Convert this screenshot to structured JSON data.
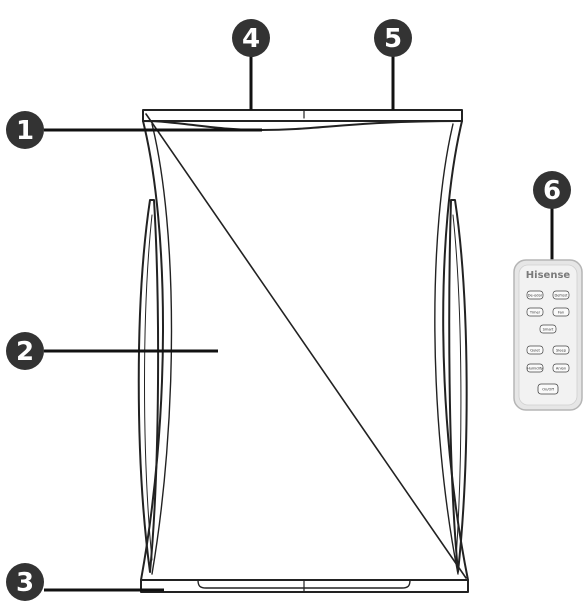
{
  "callouts": [
    {
      "label": "1"
    },
    {
      "label": "2"
    },
    {
      "label": "3"
    },
    {
      "label": "4"
    },
    {
      "label": "5"
    },
    {
      "label": "6"
    }
  ],
  "remote": {
    "brand": "Hisense",
    "buttons": [
      {
        "label": "De-odor"
      },
      {
        "label": "Defrost"
      },
      {
        "label": "Timer"
      },
      {
        "label": "Fan"
      },
      {
        "label": "Smart"
      },
      {
        "label": "Quiet"
      },
      {
        "label": "Sleep"
      },
      {
        "label": "Humidify"
      },
      {
        "label": "Anion"
      },
      {
        "label": "On/Off"
      }
    ]
  },
  "colors": {
    "line": "#222222",
    "callout_bg": "#333333",
    "remote_body": "#e6e6e6",
    "remote_border": "#b5b5b5"
  }
}
